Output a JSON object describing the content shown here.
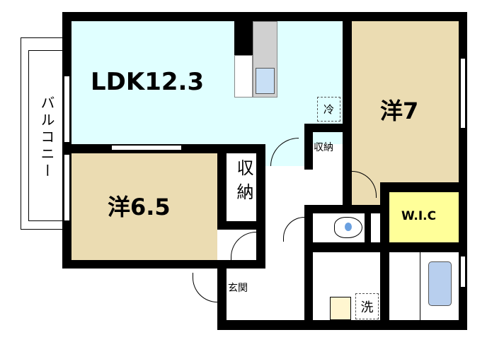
{
  "rooms": {
    "ldk": {
      "label": "LDK12.3",
      "color": "#e0ffff"
    },
    "western7": {
      "label": "洋7",
      "color": "#ebdcb2"
    },
    "western65": {
      "label": "洋6.5",
      "color": "#ebdcb2"
    },
    "wic": {
      "label": "W.I.C",
      "color": "#ffff99"
    },
    "closet_large": {
      "label": "収納"
    },
    "closet_small": {
      "label": "収納"
    },
    "entrance": {
      "label": "玄関"
    },
    "balcony": {
      "label": "バルコニー"
    }
  },
  "fixtures": {
    "fridge": {
      "label": "冷"
    },
    "washer": {
      "label": "洗"
    },
    "counter_color": "#d0d0d0",
    "sink_color": "#c8dff5",
    "tub_color": "#b8cfee"
  }
}
